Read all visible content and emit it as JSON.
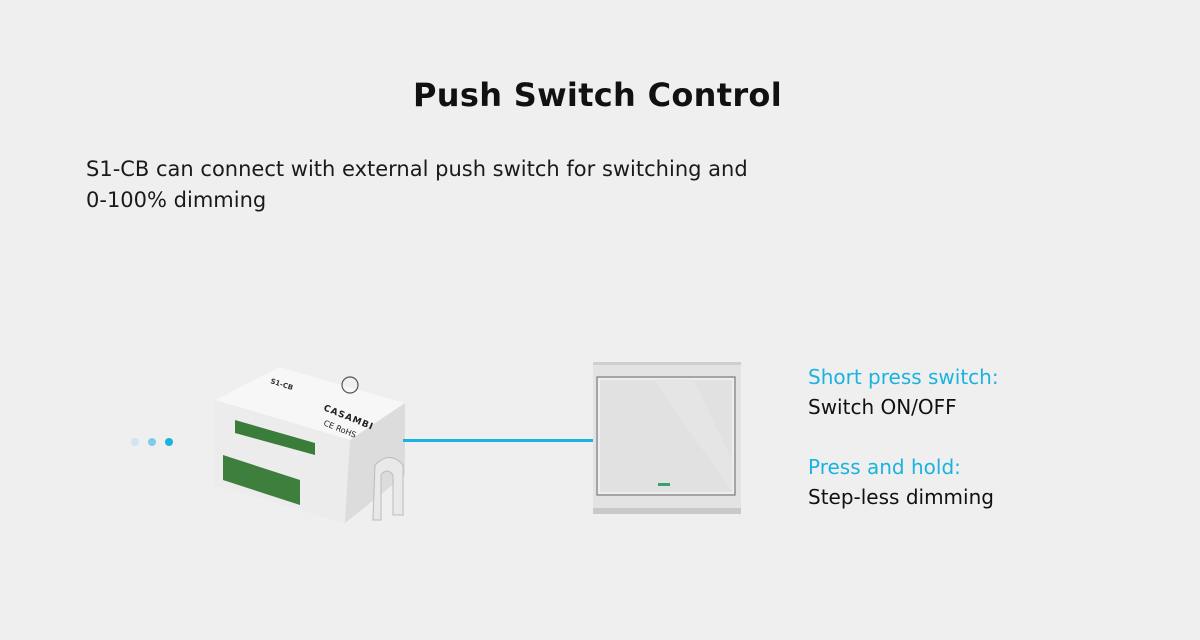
{
  "colors": {
    "accent": "#1ab3e0",
    "background": "#efefef",
    "dot_light": "#cfe6f2",
    "dot_mid": "#7fcbec",
    "dot_dark": "#1ab3e0"
  },
  "title": "Push Switch Control",
  "description": "S1-CB can connect with external push switch for switching and 0-100% dimming",
  "device": {
    "model": "S1-CB",
    "brand": "CASAMBI",
    "marks": "CE RoHS"
  },
  "modes": [
    {
      "heading": "Short press switch:",
      "detail": "Switch ON/OFF"
    },
    {
      "heading": "Press and hold:",
      "detail": "Step-less dimming"
    }
  ]
}
